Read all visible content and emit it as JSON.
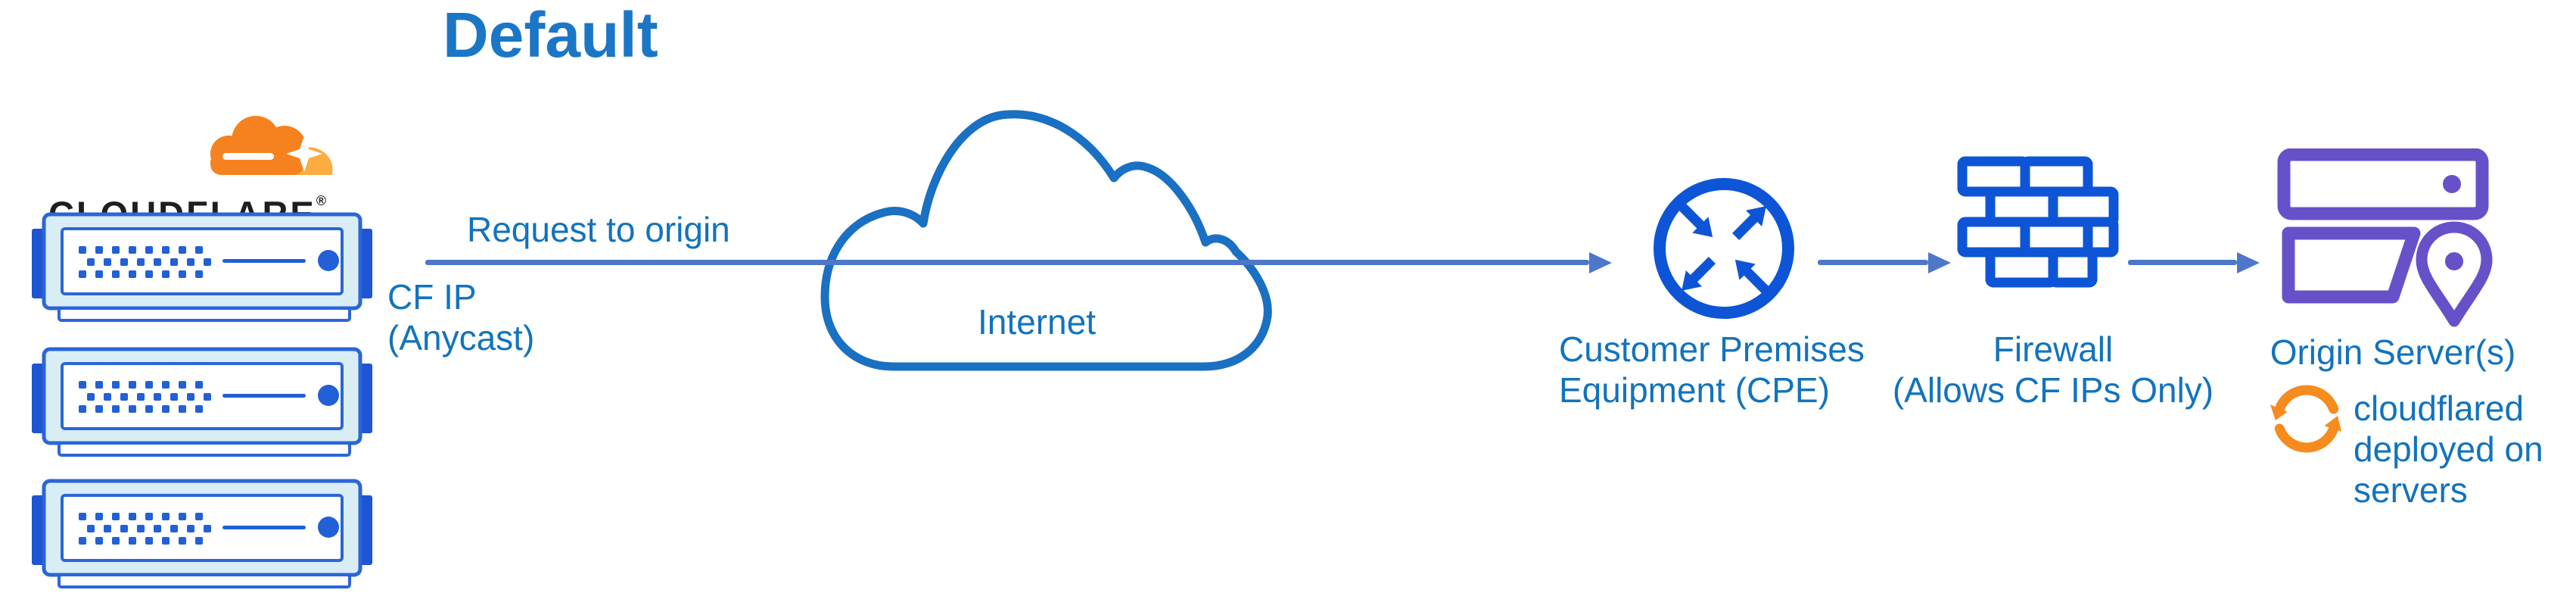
{
  "title": "Default",
  "cloudflare": {
    "wordmark": "CLOUDFLARE",
    "registered": "®"
  },
  "flow": {
    "request_label": "Request to origin",
    "cf_ip_label": "CF IP\n(Anycast)"
  },
  "internet": {
    "label": "Internet"
  },
  "cpe": {
    "label": "Customer Premises\nEquipment (CPE)"
  },
  "firewall": {
    "label": "Firewall\n(Allows CF IPs Only)"
  },
  "origin": {
    "label": "Origin Server(s)",
    "note": "cloudflared\ndeployed on\nservers"
  },
  "icons": [
    "cloudflare-logo-icon",
    "server-rack-icon",
    "internet-cloud-icon",
    "cpe-router-icon",
    "firewall-bricks-icon",
    "origin-servers-icon",
    "location-pin-icon",
    "sync-arrows-icon",
    "arrow-right-icon"
  ],
  "colors": {
    "accent_text_blue": "#1273bd",
    "title_blue": "#1b76c6",
    "connector_blue": "#4d77c9",
    "icon_blue": "#0d55d6",
    "cloud_outline_blue": "#1a70c2",
    "server_border_blue": "#2a66d8",
    "server_tab_blue": "#1d55d2",
    "server_detail_blue": "#2160d6",
    "server_fill": "#d9edf4",
    "origin_purple": "#6751c9",
    "cf_orange": "#f5821f",
    "cf_orange_light": "#fbad41",
    "sync_orange": "#f68b1e",
    "wordmark_black": "#1f1d1d"
  }
}
